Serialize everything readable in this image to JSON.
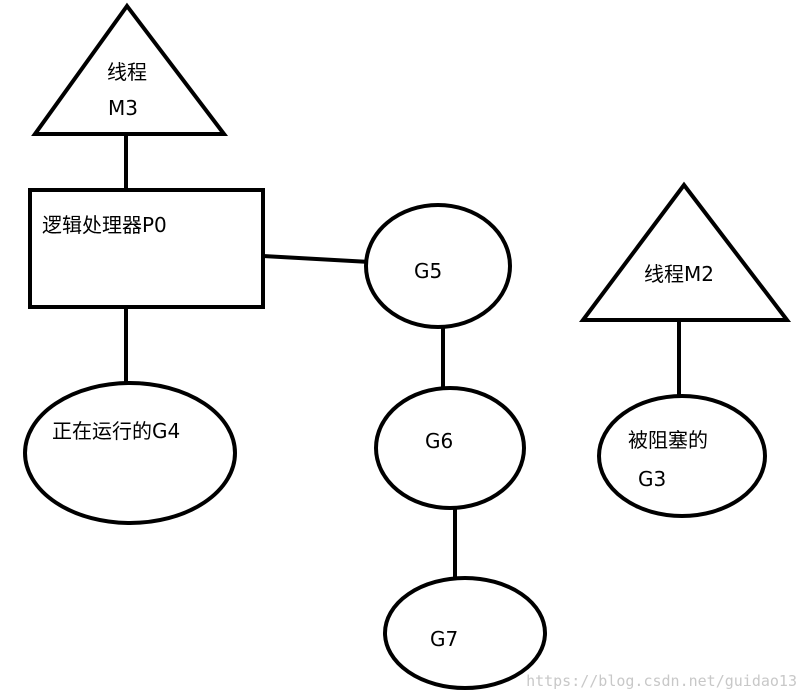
{
  "nodes": {
    "thread_m3": {
      "line1": "线程",
      "line2": "M3"
    },
    "processor_p0": {
      "label": "逻辑处理器P0"
    },
    "g4": {
      "label": "正在运行的G4"
    },
    "g5": {
      "label": "G5"
    },
    "g6": {
      "label": "G6"
    },
    "g7": {
      "label": "G7"
    },
    "thread_m2": {
      "label": "线程M2"
    },
    "g3": {
      "line1": "被阻塞的",
      "line2": "G3"
    }
  },
  "watermark": "https://blog.csdn.net/guidao13"
}
